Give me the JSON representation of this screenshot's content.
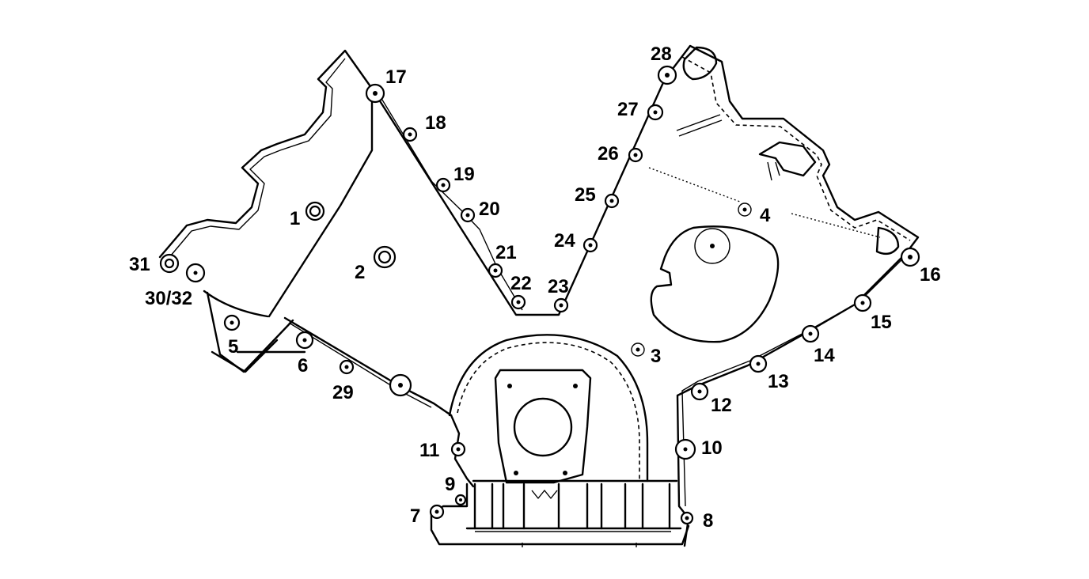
{
  "callouts": [
    "1",
    "2",
    "3",
    "4",
    "5",
    "6",
    "7",
    "8",
    "9",
    "10",
    "11",
    "12",
    "13",
    "14",
    "15",
    "16",
    "17",
    "18",
    "19",
    "20",
    "21",
    "22",
    "23",
    "24",
    "25",
    "26",
    "27",
    "28",
    "29",
    "30/32",
    "31"
  ]
}
